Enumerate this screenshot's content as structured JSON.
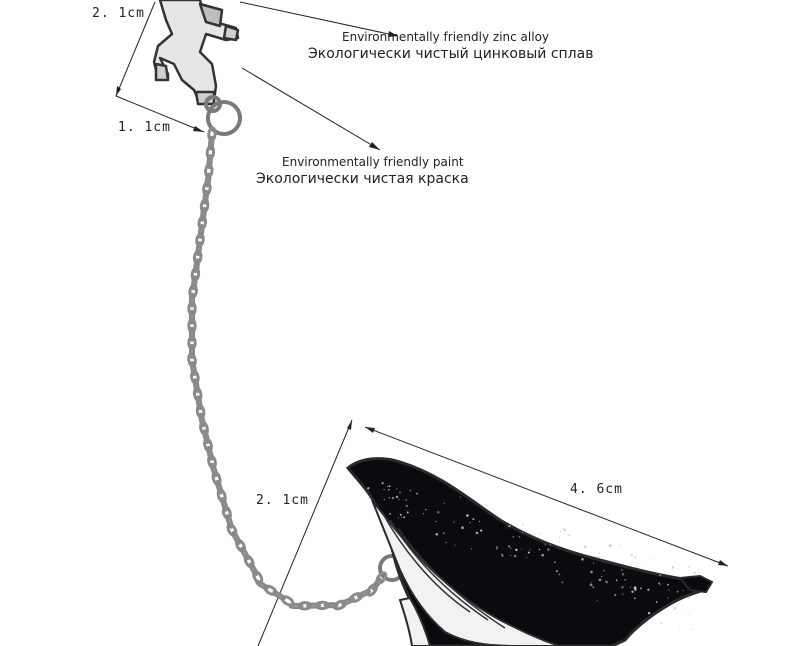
{
  "dimensions": {
    "astronaut_height": "2. 1cm",
    "astronaut_width": "1. 1cm",
    "chain_length": "2. 1cm",
    "whale_length": "4. 6cm"
  },
  "callouts": {
    "alloy_en": "Environmentally friendly zinc alloy",
    "alloy_ru": "Экологически чистый цинковый сплав",
    "paint_en": "Environmentally friendly paint",
    "paint_ru": "Экологически чистая краска"
  },
  "colors": {
    "enamel_black": "#0b0b0f",
    "enamel_white": "#f2f2f2",
    "metal": "#8c8c8c",
    "glitter": "#c9c9d6"
  }
}
